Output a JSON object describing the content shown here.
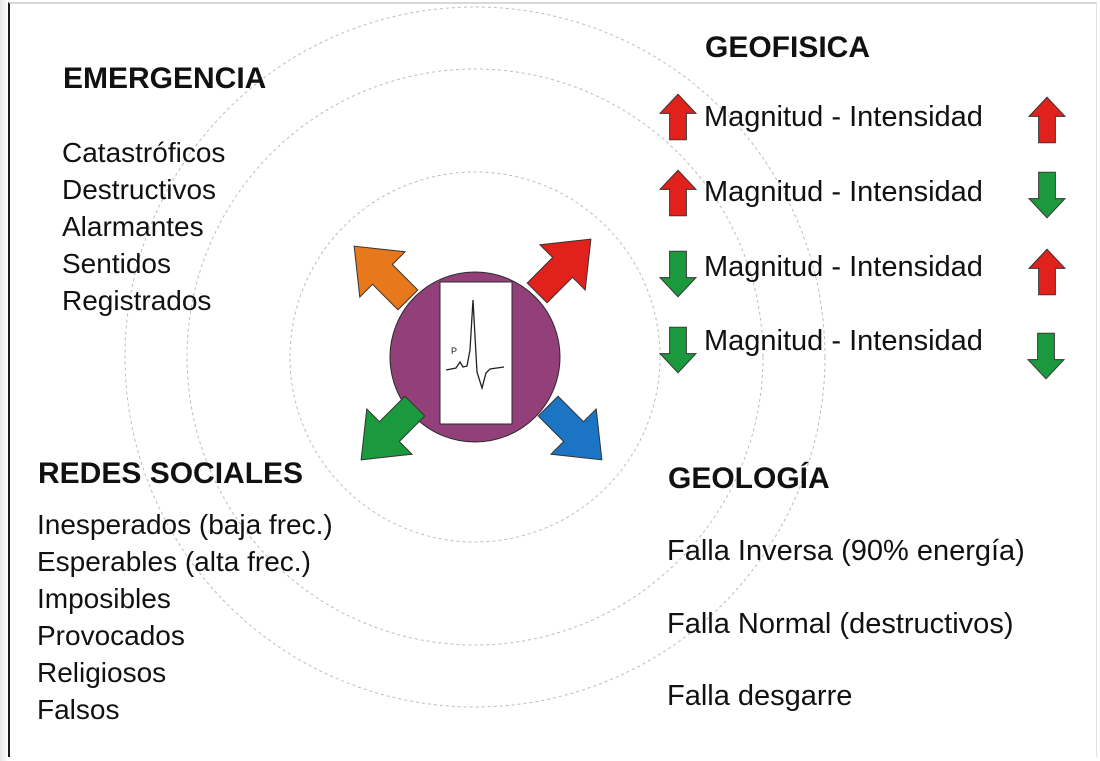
{
  "emergencia": {
    "title": "EMERGENCIA",
    "items": [
      "Catastróficos",
      "Destructivos",
      "Alarmantes",
      "Sentidos",
      "Registrados"
    ]
  },
  "redes_sociales": {
    "title": "REDES SOCIALES",
    "items": [
      "Inesperados (baja frec.)",
      "Esperables (alta frec.)",
      "Imposibles",
      "Provocados",
      "Religiosos",
      "Falsos"
    ]
  },
  "geofisica": {
    "title": "GEOFISICA",
    "rows": [
      {
        "label": "Magnitud - Intensidad",
        "left": "up",
        "right": "up"
      },
      {
        "label": "Magnitud - Intensidad",
        "left": "up",
        "right": "down"
      },
      {
        "label": "Magnitud - Intensidad",
        "left": "down",
        "right": "up"
      },
      {
        "label": "Magnitud - Intensidad",
        "left": "down",
        "right": "down"
      }
    ]
  },
  "geologia": {
    "title": "GEOLOGÍA",
    "items": [
      "Falla Inversa (90% energía)",
      "Falla Normal (destructivos)",
      "Falla desgarre"
    ]
  },
  "center": {
    "icon": "seismogram-icon",
    "label": "P",
    "circle_color": "#93407a"
  },
  "colors": {
    "up_arrow": "#e0211c",
    "down_arrow": "#1a9a3c",
    "arrow_orange": "#e8781c",
    "arrow_red": "#e0211c",
    "arrow_green": "#1a9a3c",
    "arrow_blue": "#1c74c4"
  }
}
